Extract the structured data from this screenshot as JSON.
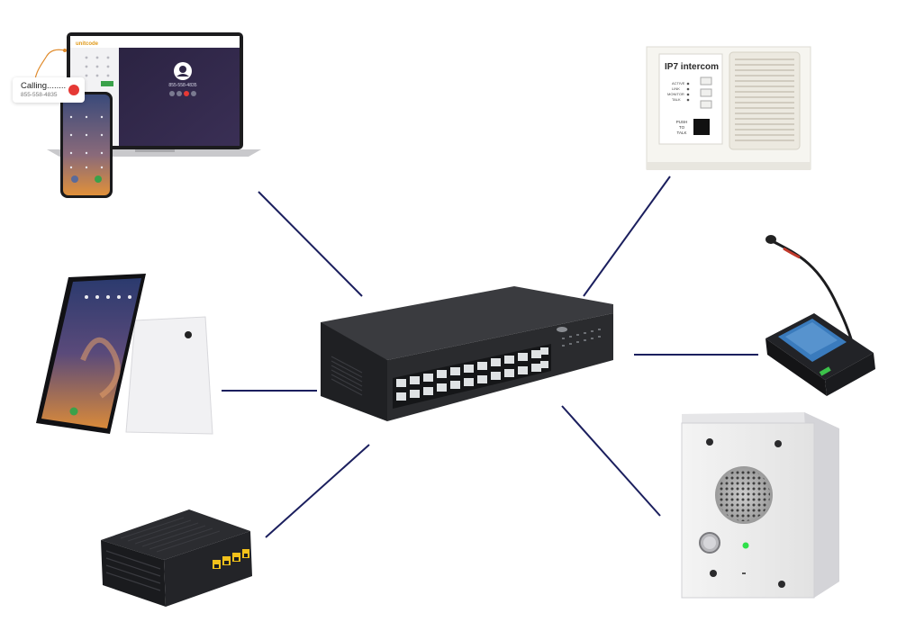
{
  "laptop": {
    "brand": "unitcode",
    "call_number": "855-558-4835"
  },
  "phone": {
    "calling_label": "Calling........",
    "calling_number": "855-558-4835"
  },
  "intercom_panel": {
    "title": "IP7 intercom",
    "status_labels": [
      "ACTIVE",
      "LINK",
      "MONITOR",
      "TALK"
    ],
    "push_to_talk": [
      "PUSH",
      "TO",
      "TALK"
    ]
  },
  "colors": {
    "connection_line": "#1b1f5e",
    "switch_body": "#2a2b2e",
    "laptop_screen": "#2f2747"
  }
}
